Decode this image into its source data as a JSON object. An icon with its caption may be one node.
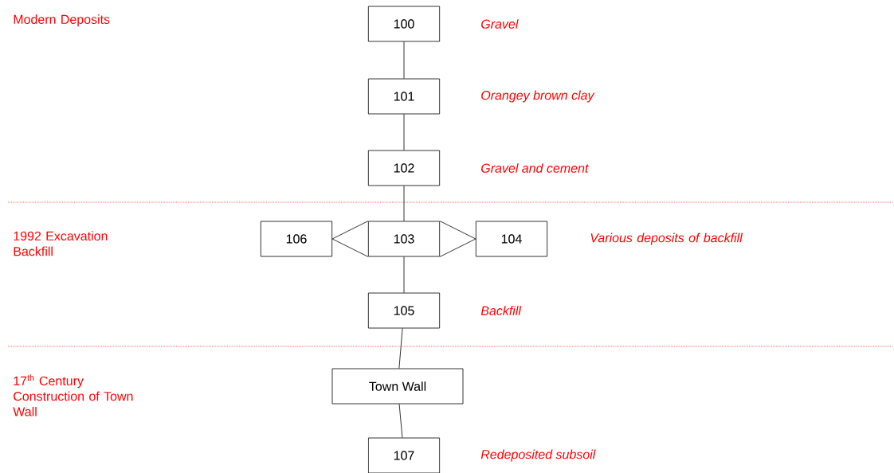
{
  "diagram": {
    "nodes": [
      {
        "text": [
          "100"
        ],
        "beside": [
          "*Gravel*"
        ]
      },
      {
        "text": [
          "101"
        ],
        "beside": [
          "*Orangey brown clay*"
        ]
      },
      {
        "text": [
          "102"
        ],
        "beside": [
          "*Gravel and cement*"
        ]
      },
      {
        "text": [
          "106"
        ]
      },
      {
        "text": [
          "103"
        ]
      },
      {
        "text": [
          "104"
        ]
      },
      {
        "text": [
          "105"
        ],
        "beside": [
          "*Backfill*"
        ]
      },
      {
        "text": [
          "Town Wall"
        ]
      },
      {
        "text": [
          "107"
        ],
        "beside": [
          "*Redeposited subsoil*"
        ]
      }
    ],
    "edges": [
      {
        "from": 0,
        "to": 1,
        "arrow": "none"
      },
      {
        "from": 1,
        "to": 2,
        "arrow": "none"
      },
      {
        "from": 2,
        "to": 4,
        "arrow": "none"
      },
      {
        "from": 4,
        "to": 3,
        "arrow": "to"
      },
      {
        "from": 4,
        "to": 5,
        "arrow": "to"
      },
      {
        "from": 4,
        "to": 6,
        "arrow": "none"
      },
      {
        "from": 6,
        "to": 7,
        "arrow": "none"
      },
      {
        "from": 7,
        "to": 8,
        "arrow": "none"
      }
    ],
    "labels": [
      "Modern Deposits",
      "*Various deposits of backfill*",
      "1992 Excavation Backfill",
      "17$^{th}$ Century Construction of Town Wall"
    ]
  }
}
